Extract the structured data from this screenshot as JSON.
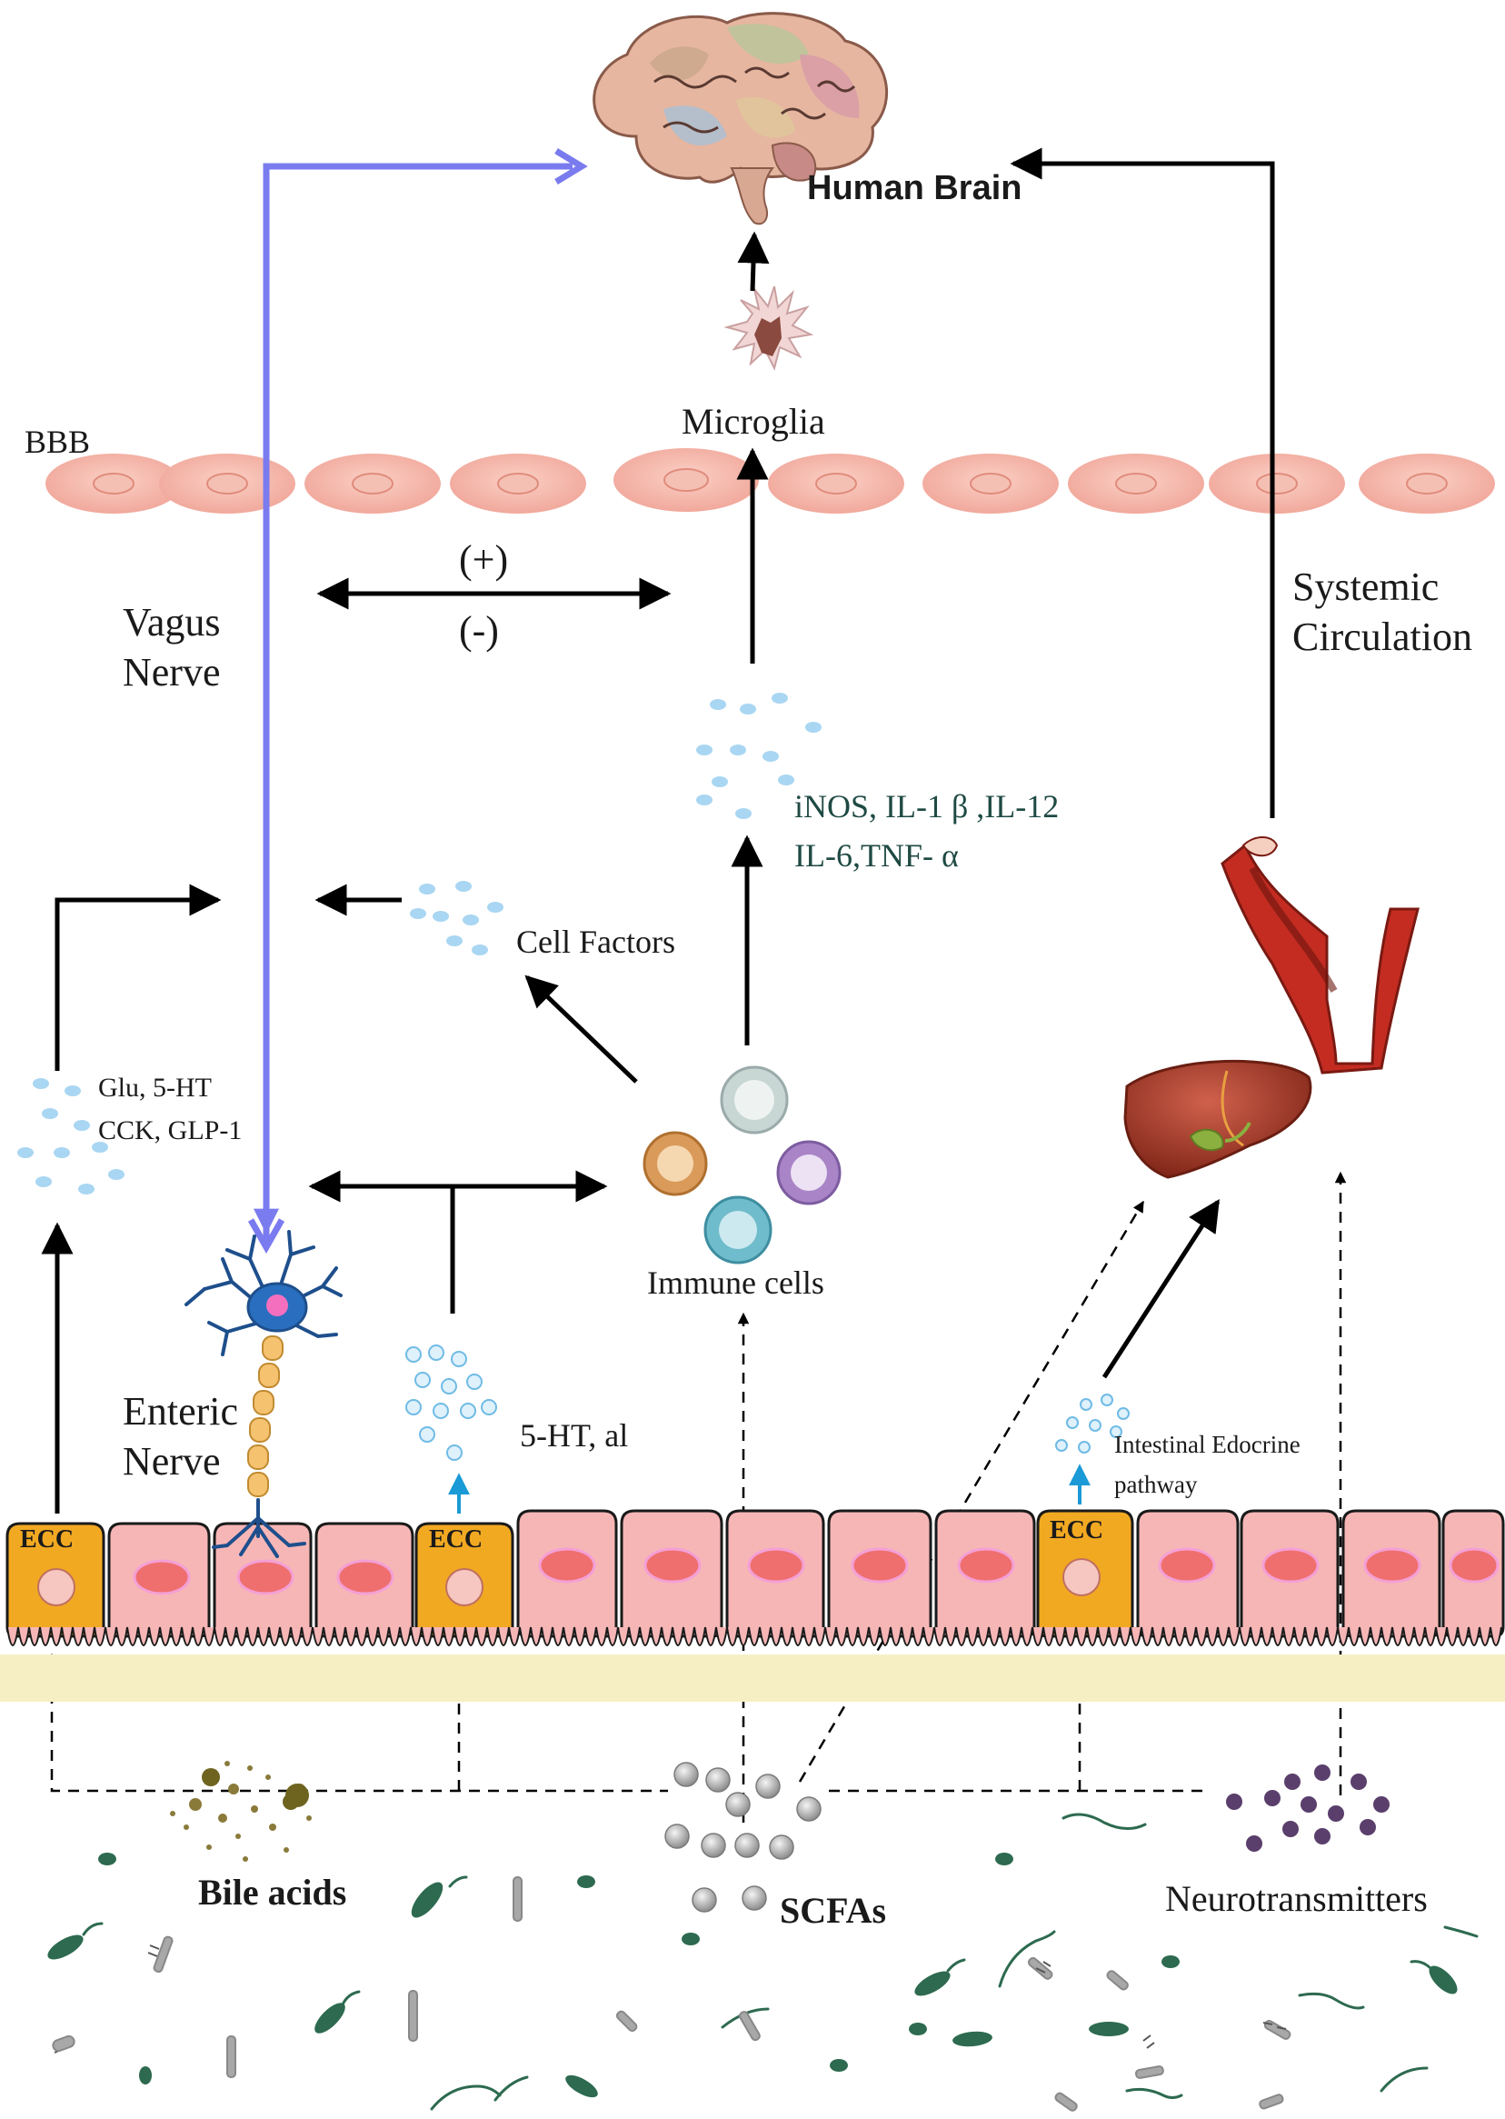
{
  "labels": {
    "human_brain": "Human Brain",
    "microglia": "Microglia",
    "bbb": "BBB",
    "plus": "(+)",
    "minus": "(-)",
    "vagus_nerve": "Vagus\nNerve",
    "systemic_circulation": "Systemic\nCirculation",
    "cytokines_line1": "iNOS, IL-1 β ,IL-12",
    "cytokines_line2": "IL-6,TNF- α",
    "cell_factors": "Cell Factors",
    "glu_line1": "Glu, 5-HT",
    "glu_line2": "CCK, GLP-1",
    "immune_cells": "Immune cells",
    "enteric_nerve": "Enteric\nNerve",
    "five_ht": "5-HT, al",
    "intestinal_line1": "Intestinal Edocrine",
    "intestinal_line2": "pathway",
    "ecc": "ECC",
    "bile_acids": "Bile acids",
    "scfas": "SCFAs",
    "neurotransmitters": "Neurotransmitters"
  },
  "colors": {
    "vagus_arrow": "#7b7bf0",
    "ecc_cell": "#f2a922",
    "epithelial_cell": "#f7b6b6",
    "bbb_cell": "#f5b2a6",
    "lumen_band": "#f6efc4",
    "cytokine_dot": "#a9d6f2",
    "bacteria": "#2d6a4f",
    "scfa": "#a5a5a5",
    "neurotransmitter": "#5a3e6b",
    "bile": "#8a7a3a",
    "liver": "#a83a2a",
    "vessel": "#c42c22",
    "text_teal": "#1f4a44"
  },
  "icons": {
    "brain": "brain-icon",
    "microglia": "microglia-icon",
    "liver": "liver-icon",
    "blood_vessel": "blood-vessel-icon",
    "neuron": "neuron-icon"
  }
}
